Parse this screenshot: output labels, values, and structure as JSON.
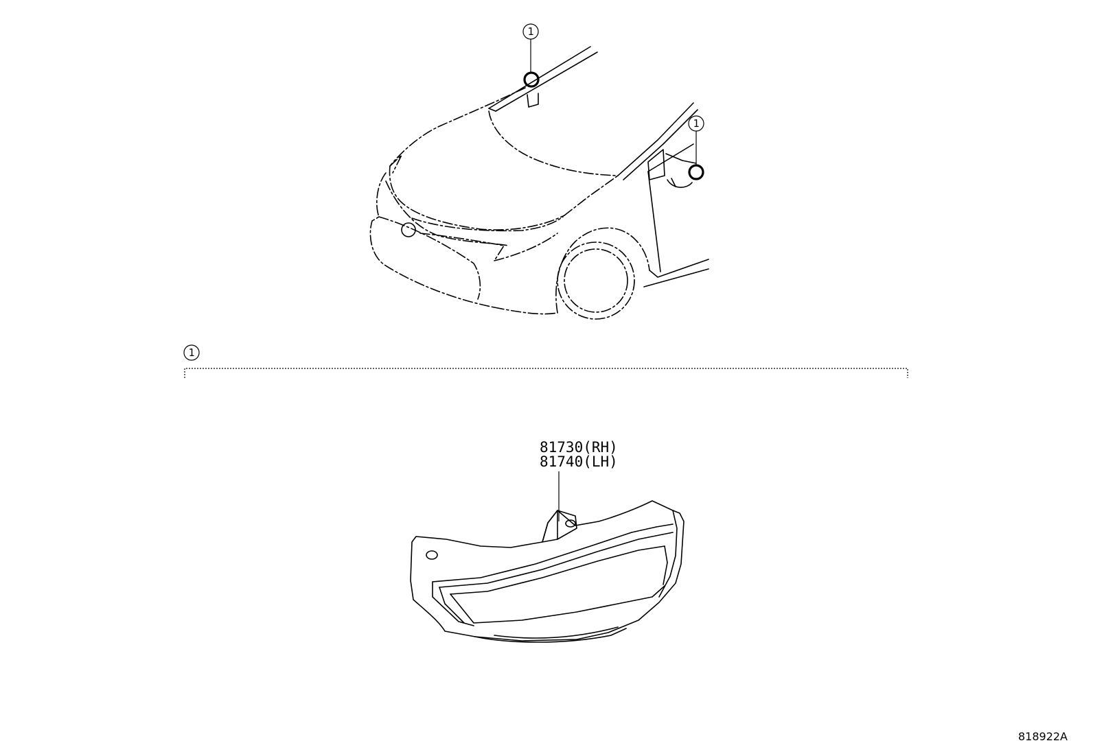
{
  "callouts": {
    "hood_mirror": "1",
    "side_mirror": "1",
    "group": "1"
  },
  "part": {
    "rh": "81730(RH)",
    "lh": "81740(LH)"
  },
  "ref_code": "818922A"
}
